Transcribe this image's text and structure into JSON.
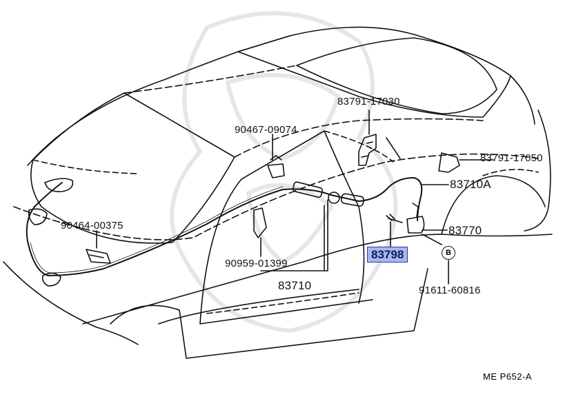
{
  "labels": {
    "p83791_17030": "83791-17030",
    "p90467_09074": "90467-09074",
    "p83791_17050": "83791-17050",
    "p83710A": "83710A",
    "p90464_00375": "90464-00375",
    "p83770": "83770",
    "p83798": "83798",
    "p90959_01399": "90959-01399",
    "p83710": "83710",
    "p91611_60816": "91611-60816",
    "circle_b": "B"
  },
  "figure_ref": "ME  P652-A",
  "colors": {
    "ink": "#111111",
    "highlight_fill": "#a9b4f0",
    "highlight_border": "#2a3a9a",
    "watermark": "#e2e2e2"
  }
}
